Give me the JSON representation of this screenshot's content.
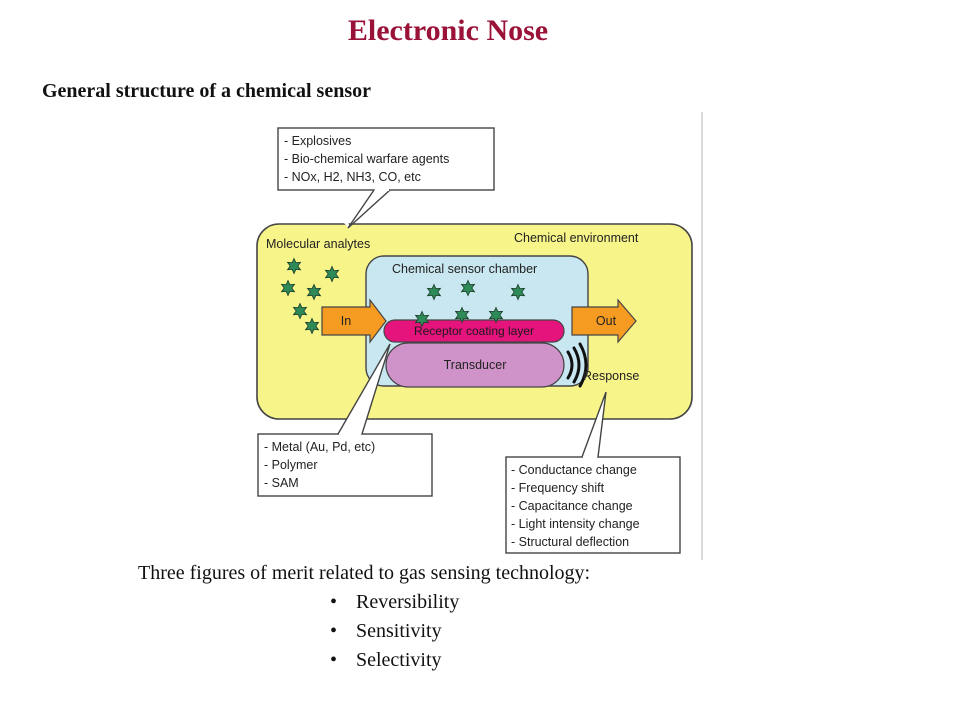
{
  "title": "Electronic Nose",
  "subtitle": "General structure of a chemical sensor",
  "diagram": {
    "analyte_box": [
      "- Explosives",
      "- Bio-chemical warfare agents",
      "- NOx, H2, NH3, CO, etc"
    ],
    "molecular_analytes": "Molecular analytes",
    "chemical_environment": "Chemical environment",
    "chamber": "Chemical sensor chamber",
    "in": "In",
    "out": "Out",
    "receptor": "Receptor coating layer",
    "transducer": "Transducer",
    "response": "Response",
    "materials_box": [
      "- Metal (Au, Pd, etc)",
      "- Polymer",
      "- SAM"
    ],
    "response_box": [
      "- Conductance change",
      "- Frequency shift",
      "- Capacitance change",
      "- Light intensity change",
      "- Structural deflection"
    ],
    "colors": {
      "environment": "#f7f48a",
      "chamber": "#c8e7f0",
      "receptor": "#e5137c",
      "transducer": "#cf93c9",
      "arrow": "#f59b22",
      "molecule": "#2e8b57"
    }
  },
  "merit_heading": "Three figures of merit related to gas sensing technology:",
  "merits": [
    "Reversibility",
    "Sensitivity",
    "Selectivity"
  ]
}
